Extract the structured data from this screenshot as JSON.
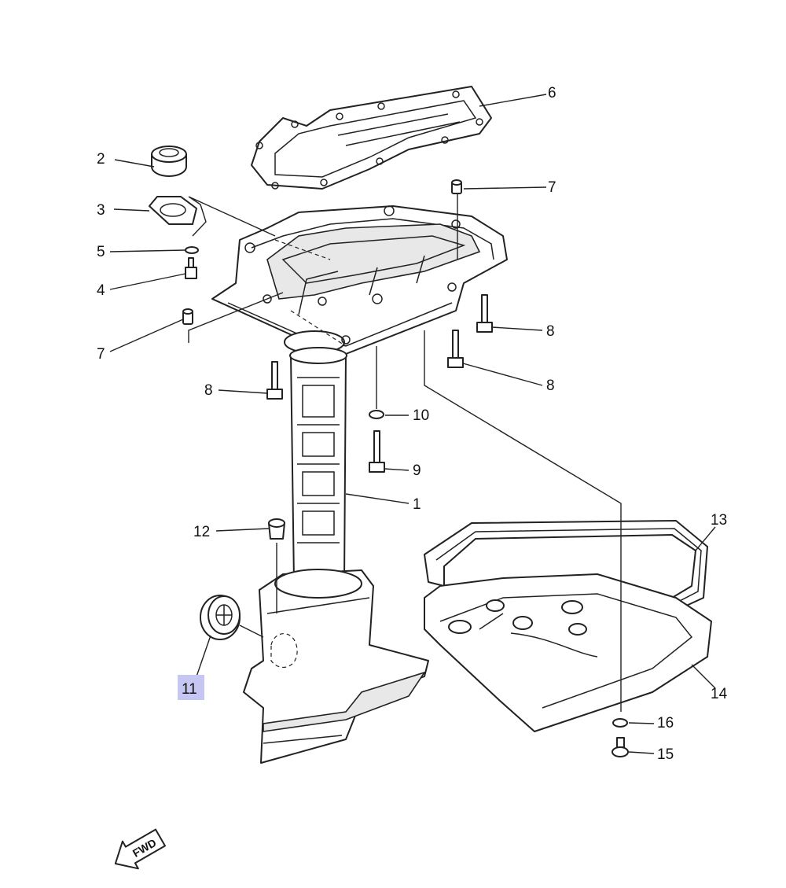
{
  "labels": {
    "p1": "1",
    "p2": "2",
    "p3": "3",
    "p4": "4",
    "p5": "5",
    "p6": "6",
    "p7a": "7",
    "p7b": "7",
    "p8a": "8",
    "p8b": "8",
    "p8c": "8",
    "p9": "9",
    "p10": "10",
    "p11": "11",
    "p12": "12",
    "p13": "13",
    "p14": "14",
    "p15": "15",
    "p16": "16"
  },
  "fwd_arrow": {
    "text": "FWD"
  },
  "colors": {
    "highlight": "#c6c6f2",
    "line": "#222222"
  }
}
